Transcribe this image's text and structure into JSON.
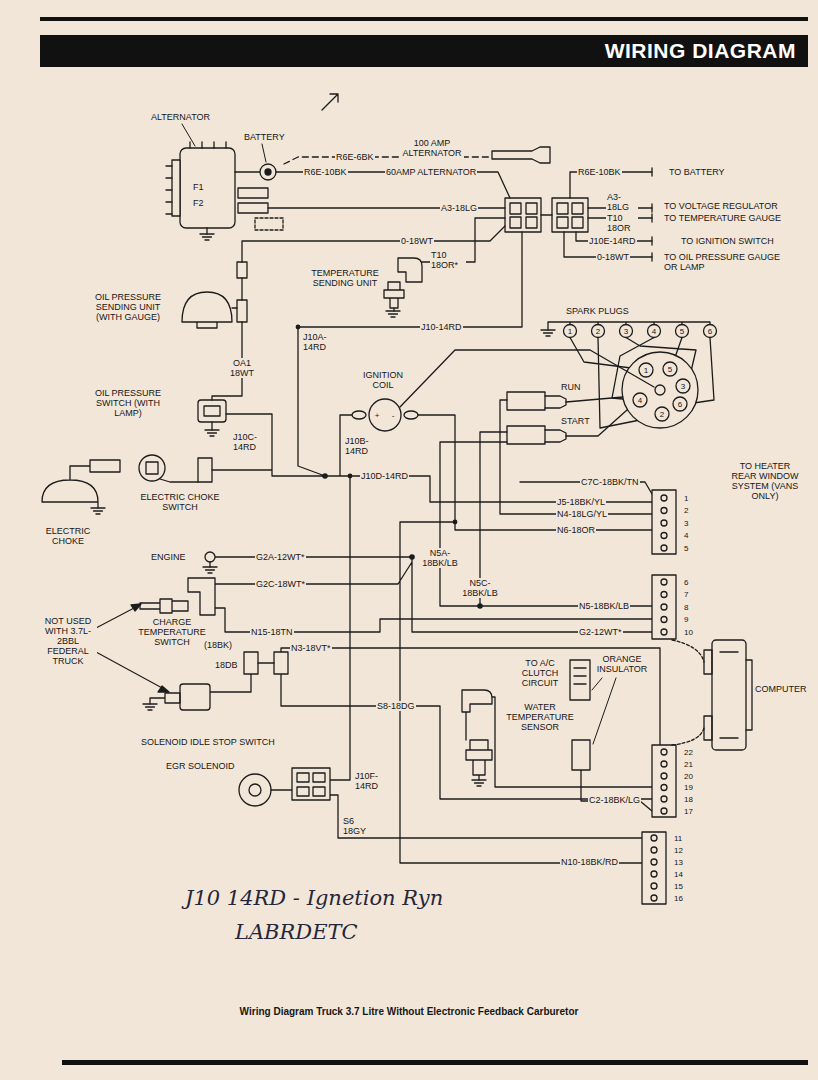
{
  "diagram": {
    "title": "WIRING DIAGRAM",
    "caption": "Wiring Diagram Truck 3.7 Litre Without Electronic Feedback Carburetor",
    "labels": [
      "ALTERNATOR",
      "BATTERY",
      "100 AMP ALTERNATOR",
      "R6E-6BK",
      "R6E-10BK",
      "60AMP ALTERNATOR",
      "F1",
      "F2",
      "A3-18LG",
      "R6E-10BK",
      "TO BATTERY",
      "A3- 18LG",
      "TO VOLTAGE REGULATOR",
      "T10 18OR",
      "TO TEMPERATURE GAUGE",
      "0-18WT",
      "T10 18OR*",
      "J10E-14RD",
      "TO IGNITION SWITCH",
      "0-18WT",
      "TO OIL PRESSURE GAUGE OR LAMP",
      "TEMPERATURE SENDING UNIT",
      "SPARK PLUGS",
      "1",
      "2",
      "3",
      "4",
      "5",
      "6",
      "J10-14RD",
      "OIL PRESSURE SENDING UNIT (WITH GAUGE)",
      "J10A- 14RD",
      "OA1 18WT",
      "IGNITION COIL",
      "+",
      "-",
      "1",
      "5",
      "3",
      "6",
      "2",
      "4",
      "RUN",
      "START",
      "OIL PRESSURE SWITCH (WITH LAMP)",
      "J10C- 14RD",
      "J10B- 14RD",
      "J10D-14RD",
      "C7C-18BK/TN",
      "TO HEATER REAR WINDOW SYSTEM (VANS ONLY)",
      "ELECTRIC CHOKE SWITCH",
      "J5-18BK/YL",
      "N4-18LG/YL",
      "N6-18OR",
      "1",
      "2",
      "3",
      "4",
      "5",
      "ELECTRIC CHOKE",
      "ENGINE",
      "G2A-12WT*",
      "N5A- 18BK/LB",
      "G2C-18WT*",
      "N5C- 18BK/LB",
      "6",
      "7",
      "8",
      "9",
      "10",
      "N5-18BK/LB",
      "G2-12WT*",
      "NOT USED WITH 3.7L-2BBL FEDERAL TRUCK",
      "CHARGE TEMPERATURE SWITCH",
      "N15-18TN",
      "(18BK)",
      "N3-18VT*",
      "18DB",
      "TO A/C CLUTCH CIRCUIT",
      "ORANGE INSULATOR",
      "COMPUTER",
      "S8-18DG",
      "WATER TEMPERATURE SENSOR",
      "22",
      "21",
      "20",
      "19",
      "18",
      "17",
      "SOLENOID IDLE STOP SWITCH",
      "EGR SOLENOID",
      "J10F- 14RD",
      "C2-18BK/LG",
      "11",
      "12",
      "13",
      "14",
      "15",
      "16",
      "S6 18GY",
      "N10-18BK/RD",
      "J10 14RD - Ignetion Ryn",
      "LABRDETC"
    ]
  }
}
